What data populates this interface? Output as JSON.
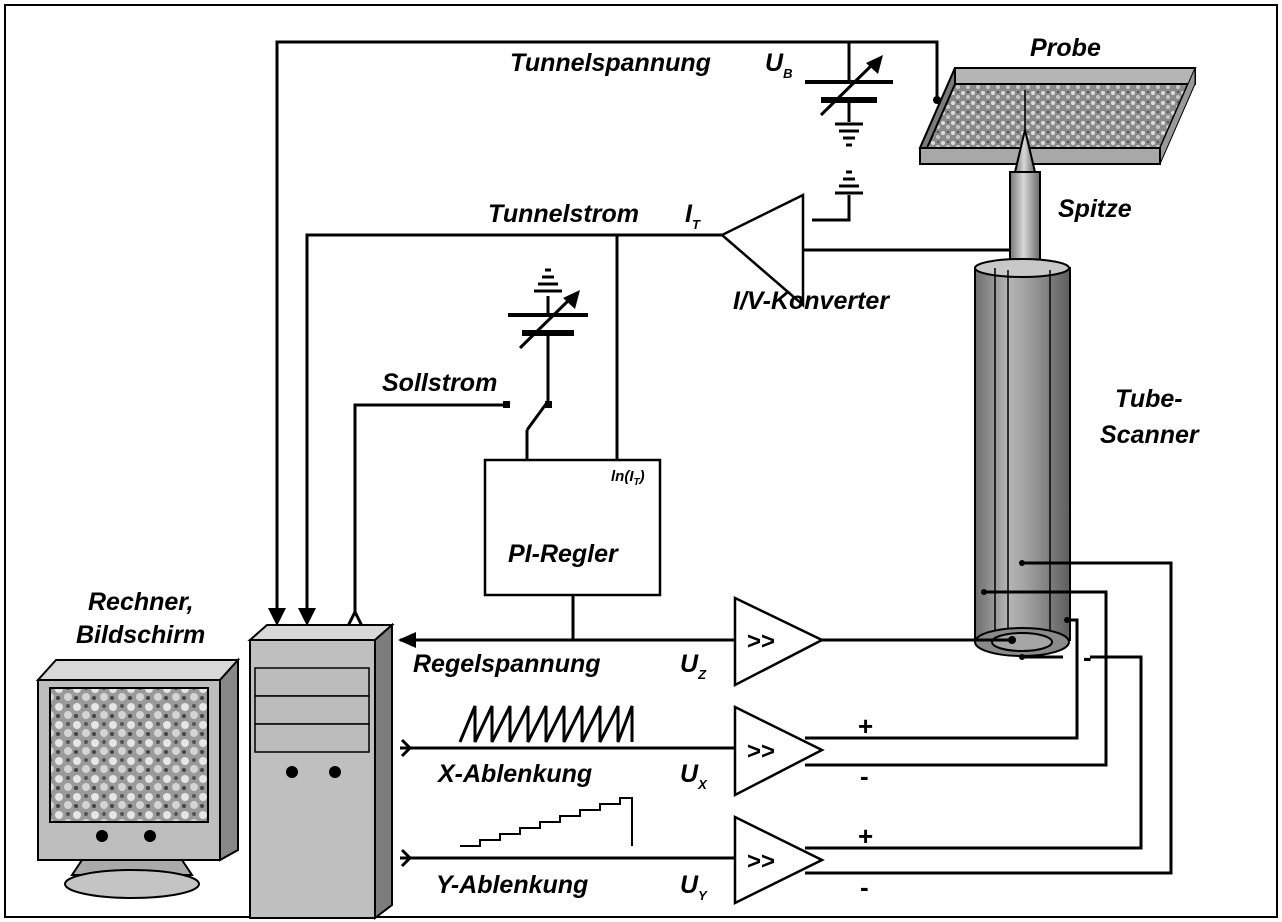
{
  "labels": {
    "tunnelspannung": "Tunnelspannung",
    "u_b_main": "U",
    "u_b_sub": "B",
    "probe": "Probe",
    "spitze": "Spitze",
    "tunnelstrom": "Tunnelstrom",
    "i_t_main": "I",
    "i_t_sub": "T",
    "iv_konverter": "I/V-Konverter",
    "sollstrom": "Sollstrom",
    "ln_it_pre": "ln(I",
    "ln_it_sub": "T",
    "ln_it_post": ")",
    "pi_regler": "PI-Regler",
    "tube_scanner_1": "Tube-",
    "tube_scanner_2": "Scanner",
    "rechner_1": "Rechner,",
    "rechner_2": "Bildschirm",
    "regelspannung": "Regelspannung",
    "u_z_main": "U",
    "u_z_sub": "Z",
    "x_ablenkung": "X-Ablenkung",
    "u_x_main": "U",
    "u_x_sub": "X",
    "y_ablenkung": "Y-Ablenkung",
    "u_y_main": "U",
    "u_y_sub": "Y",
    "amp_symbol": ">>",
    "plus": "+",
    "minus": "-"
  },
  "colors": {
    "line": "#000000",
    "case_fill": "#c0c0c0",
    "scanner_fill": "#909090",
    "sample_fill": "#b0b0b0",
    "tip_fill": "#a8a8a8"
  }
}
